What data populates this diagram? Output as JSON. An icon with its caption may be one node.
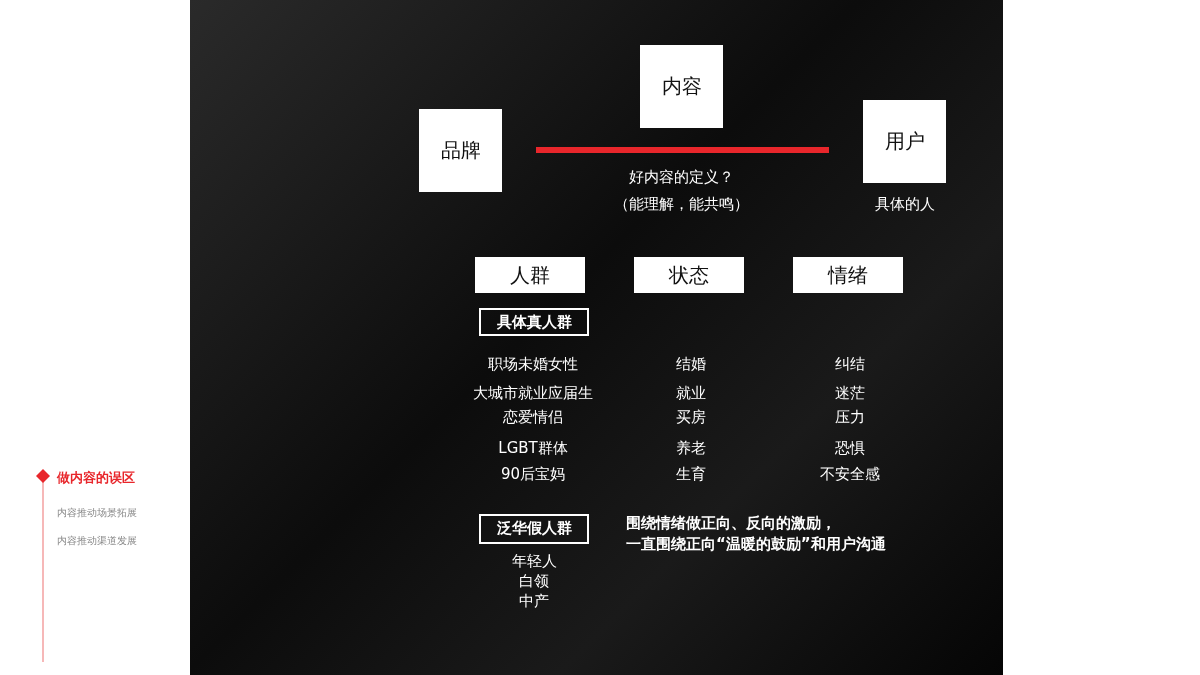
{
  "diagram": {
    "nodes": [
      {
        "text": [
          "品牌"
        ]
      },
      {
        "text": [
          "内容"
        ]
      },
      {
        "text": [
          "用户"
        ],
        "beside": [
          "具体的人"
        ]
      },
      {
        "text": [
          "人群"
        ]
      },
      {
        "text": [
          "状态"
        ]
      },
      {
        "text": [
          "情绪"
        ]
      },
      {
        "text": [
          "具体真人群"
        ]
      },
      {
        "text": [
          "泛华假人群"
        ],
        "beside": [
          "年轻人",
          "白领",
          "中产"
        ]
      }
    ],
    "edges": [
      {
        "from": 0,
        "to": 2,
        "arrow": "none"
      }
    ],
    "labels": [
      "好内容的定义？",
      "（能理解，能共鸣）",
      "职场未婚女性",
      "结婚",
      "纠结",
      "大城市就业应届生",
      "就业",
      "迷茫",
      "恋爱情侣",
      "买房",
      "压力",
      "LGBT群体",
      "养老",
      "恐惧",
      "90后宝妈",
      "生育",
      "不安全感",
      "围绕情绪做正向、反向的激励，",
      "一直围绕正向“温暖的鼓励”和用户沟通",
      "做内容的误区",
      "内容推动场景拓展",
      "内容推动渠道发展"
    ]
  }
}
